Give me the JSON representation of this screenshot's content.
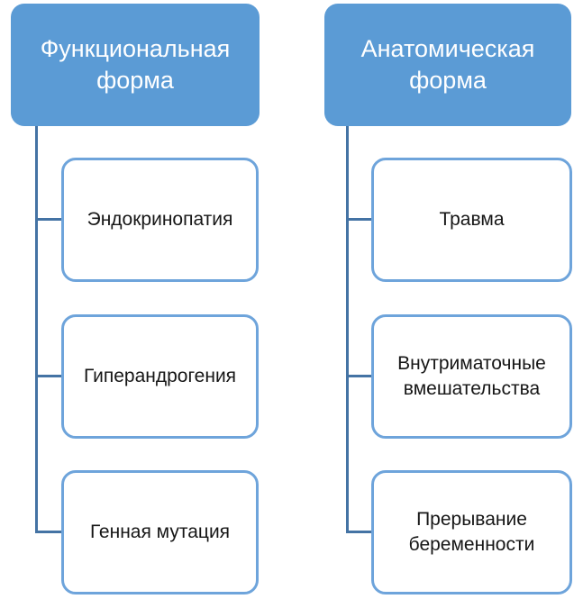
{
  "diagram": {
    "title": "hierarchy-list-diagram",
    "colors": {
      "header_fill": "#5B9BD5",
      "header_text": "#FFFFFF",
      "child_fill": "#FFFFFF",
      "child_border": "#6EA4DB",
      "child_text": "#161616",
      "connector": "#4473A4",
      "background": "#FFFFFF"
    },
    "columns": [
      {
        "header": "Функциональная форма",
        "children": [
          "Эндокринопатия",
          "Гиперандрогения",
          "Генная мутация"
        ]
      },
      {
        "header": "Анатомическая форма",
        "children": [
          "Травма",
          "Внутриматочные вмешательства",
          "Прерывание беременности"
        ]
      }
    ]
  }
}
